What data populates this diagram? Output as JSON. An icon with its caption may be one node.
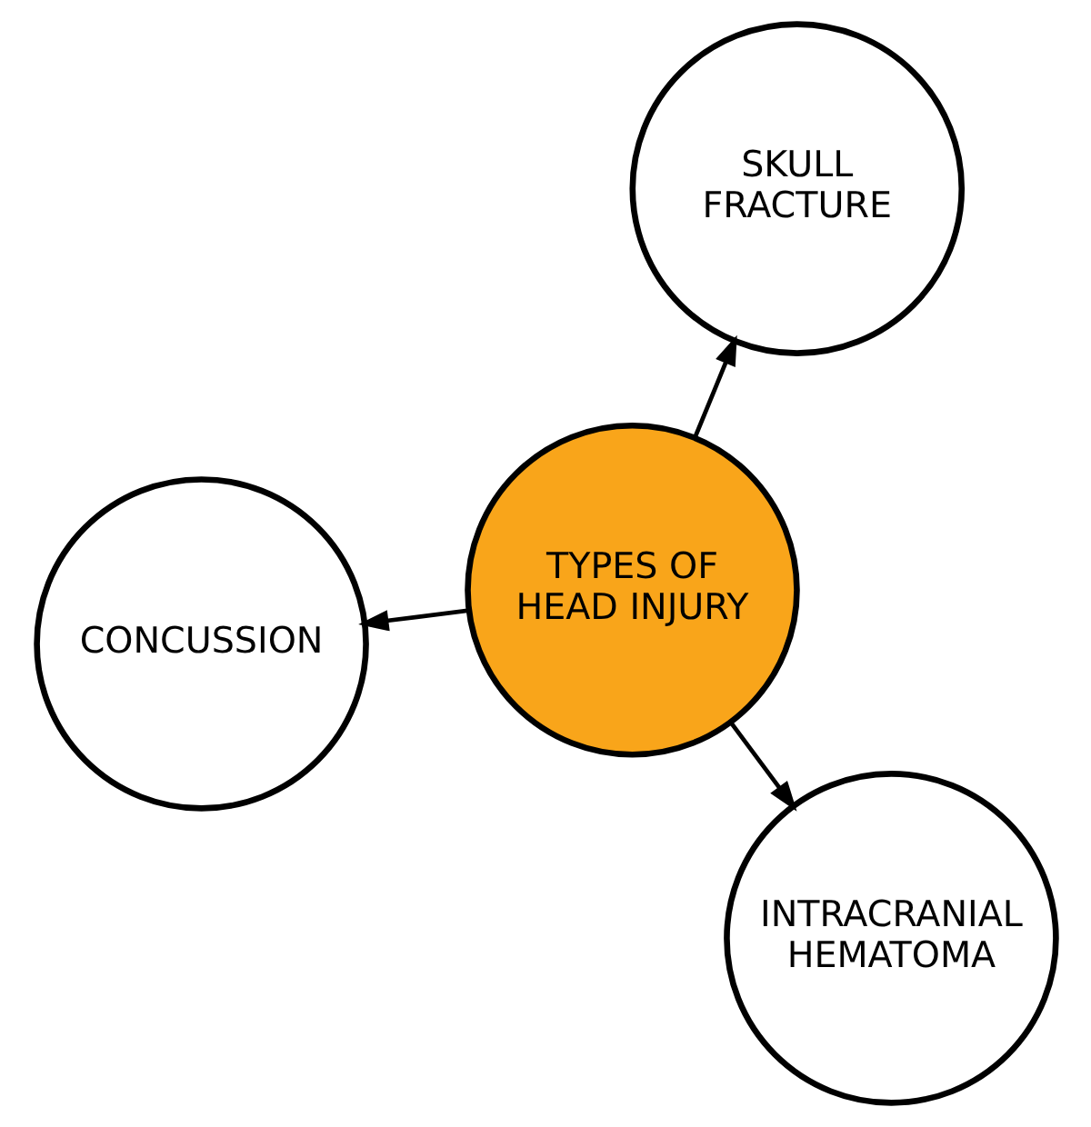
{
  "diagram": {
    "nodes": [
      {
        "text": [
          "CONCUSSION"
        ]
      },
      {
        "text": [
          "TYPES OF HEAD INJURY"
        ]
      },
      {
        "text": [
          "INTRACRANIAL HEMATOMA"
        ]
      },
      {
        "text": [
          "SKULL FRACTURE"
        ]
      }
    ],
    "edges": [
      {
        "from": 1,
        "to": 0,
        "arrow": "to"
      },
      {
        "from": 1,
        "to": 2,
        "arrow": "to"
      },
      {
        "from": 1,
        "to": 3,
        "arrow": "to"
      }
    ]
  }
}
